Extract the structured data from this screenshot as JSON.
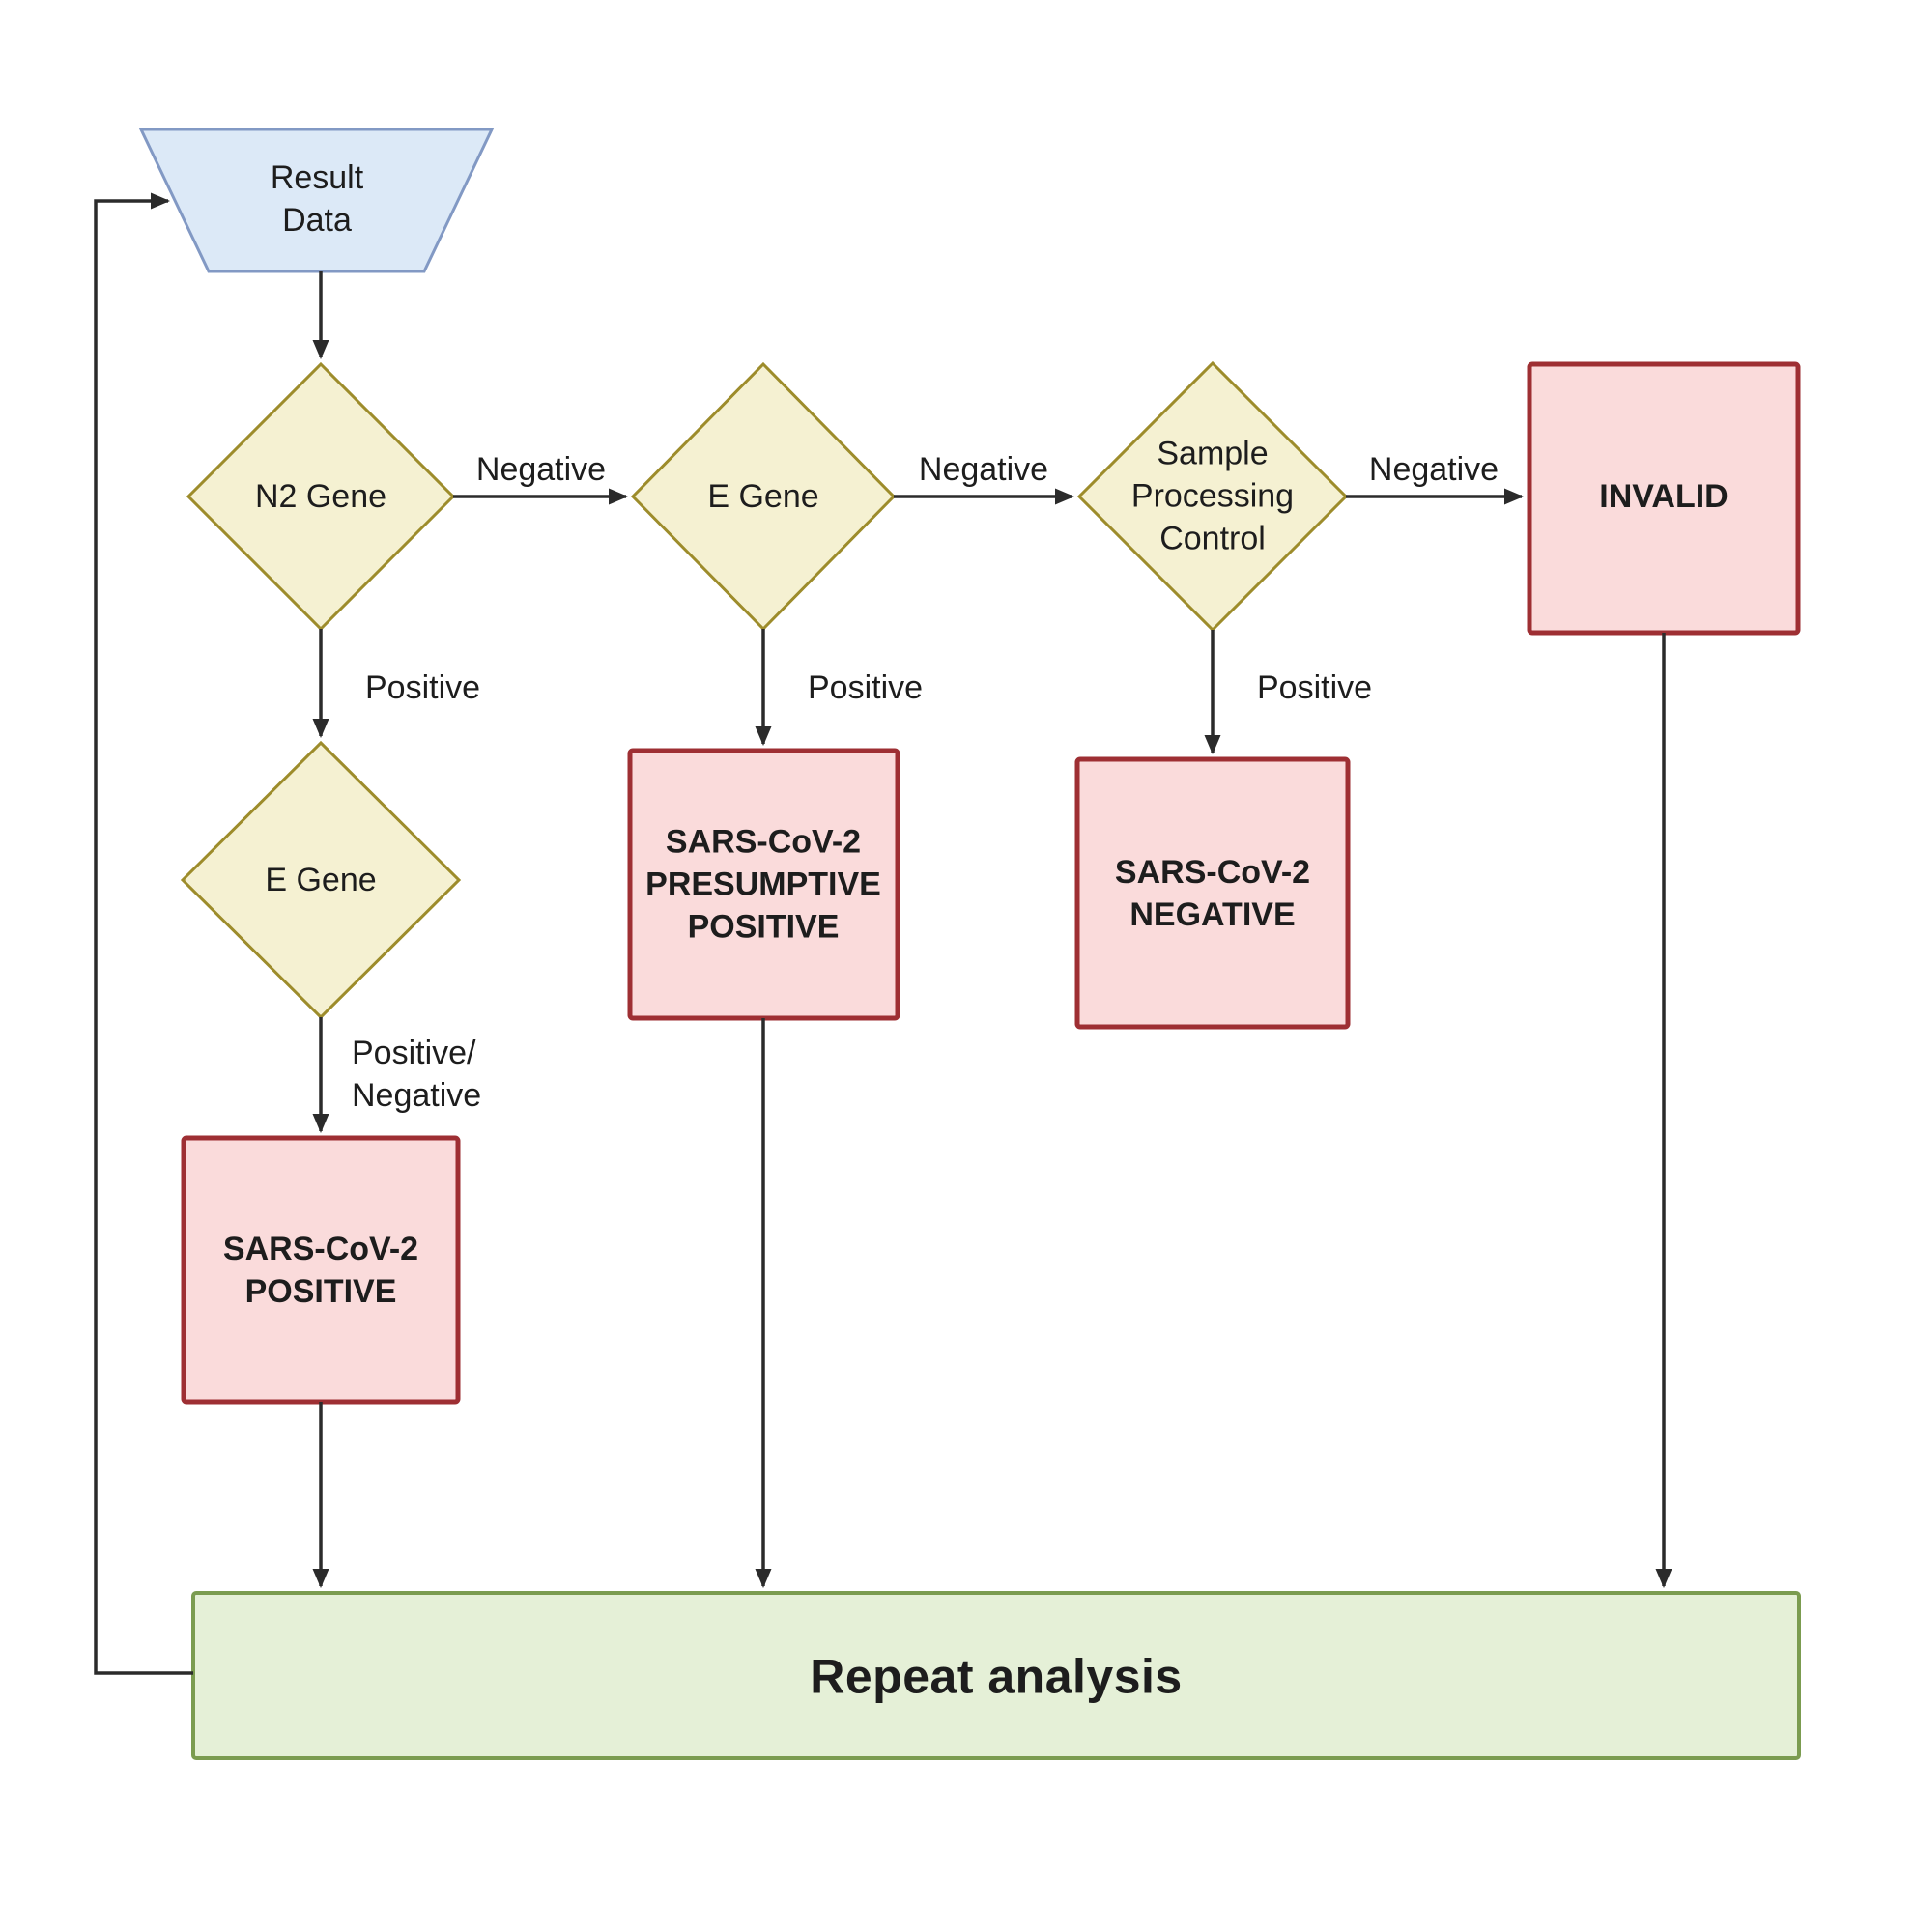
{
  "flowchart": {
    "nodes": {
      "result_data": "Result\nData",
      "n2_gene": "N2 Gene",
      "e_gene_top": "E Gene",
      "sample_processing_control": "Sample\nProcessing\nControl",
      "invalid": "INVALID",
      "e_gene_bottom": "E Gene",
      "sars_positive": "SARS-CoV-2\nPOSITIVE",
      "sars_presumptive_positive": "SARS-CoV-2\nPRESUMPTIVE\nPOSITIVE",
      "sars_negative": "SARS-CoV-2\nNEGATIVE",
      "repeat_analysis": "Repeat analysis"
    },
    "edge_labels": {
      "n2_negative": "Negative",
      "e_gene_negative": "Negative",
      "spc_negative": "Negative",
      "n2_positive": "Positive",
      "e_gene_positive": "Positive",
      "spc_positive": "Positive",
      "e_gene_bottom_outcome": "Positive/\nNegative"
    },
    "colors": {
      "input_fill": "#dce9f7",
      "input_stroke": "#8299c4",
      "decision_fill": "#f5f1d2",
      "decision_stroke": "#9d8c2b",
      "result_fill": "#fadbdb",
      "result_stroke": "#9e2f33",
      "action_fill": "#e5f0d7",
      "action_stroke": "#7b9c50",
      "connector": "#2b2b2b",
      "text": "#1d1d1d"
    }
  }
}
